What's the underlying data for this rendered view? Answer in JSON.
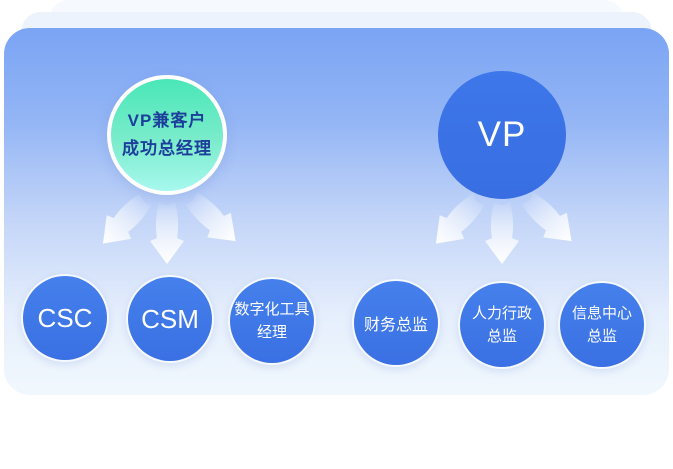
{
  "diagram": {
    "type": "org-chart",
    "left_branch": {
      "root": {
        "label": "VP兼客户\n成功总经理"
      },
      "children": [
        {
          "label": "CSC"
        },
        {
          "label": "CSM"
        },
        {
          "label": "数字化工具\n经理"
        }
      ]
    },
    "right_branch": {
      "root": {
        "label": "VP"
      },
      "children": [
        {
          "label": "财务总监"
        },
        {
          "label": "人力行政\n总监"
        },
        {
          "label": "信息中心\n总监"
        }
      ]
    }
  },
  "colors": {
    "card_gradient_top": "#7aa4f4",
    "card_gradient_bottom": "#f1f8fd",
    "sheet_back": "#f6fafe",
    "sheet_middle": "#edf3fd",
    "root_left_fill_top": "#49e7b8",
    "root_left_fill_bottom": "#a7f8ee",
    "root_left_text": "#1d3e9b",
    "node_fill": "#3b73e8",
    "node_text": "#ffffff",
    "arrow": "#ffffff",
    "page_background": "#ffffff"
  }
}
